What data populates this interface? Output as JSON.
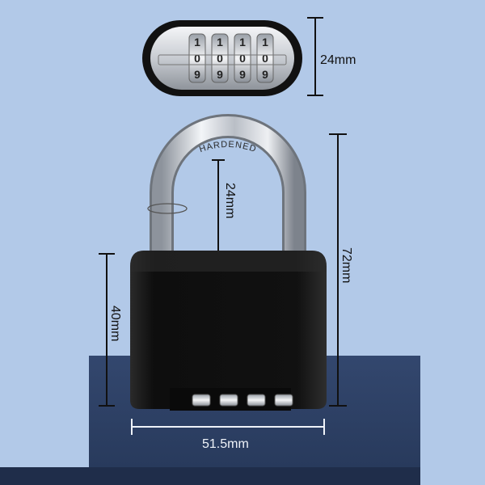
{
  "colors": {
    "background": "#b2c9e8",
    "platform_top": "#2d3f63",
    "platform_front": "#1f2d4a",
    "lock_body": "#141414",
    "shackle": "#c9ced6",
    "dimension_line": "#111111"
  },
  "shackle": {
    "engraving": "HARDENED"
  },
  "dimensions": {
    "dial_window_height": "24mm",
    "shackle_clearance": "24mm",
    "total_height": "72mm",
    "body_height": "40mm",
    "body_width": "51.5mm"
  },
  "dial": {
    "wheel_count": 4,
    "digits_above": [
      "1",
      "1",
      "1",
      "1"
    ],
    "digits_center": [
      "0",
      "0",
      "0",
      "0"
    ],
    "digits_below": [
      "9",
      "9",
      "9",
      "9"
    ]
  }
}
